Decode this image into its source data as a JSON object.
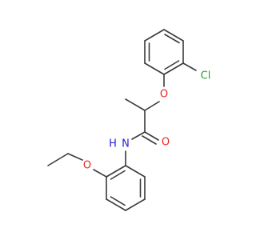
{
  "molecule": {
    "atoms": {
      "chlorine": "Cl",
      "ether_oxygen": "O",
      "carbonyl_oxygen": "O",
      "amide_nitrogen": "N",
      "amide_hydrogen": "H",
      "ethoxy_oxygen": "O"
    },
    "colors": {
      "bond": "#3a3a3a",
      "chlorine": "#2ea02e",
      "oxygen": "#e8281e",
      "nitrogen": "#2323d6"
    }
  }
}
